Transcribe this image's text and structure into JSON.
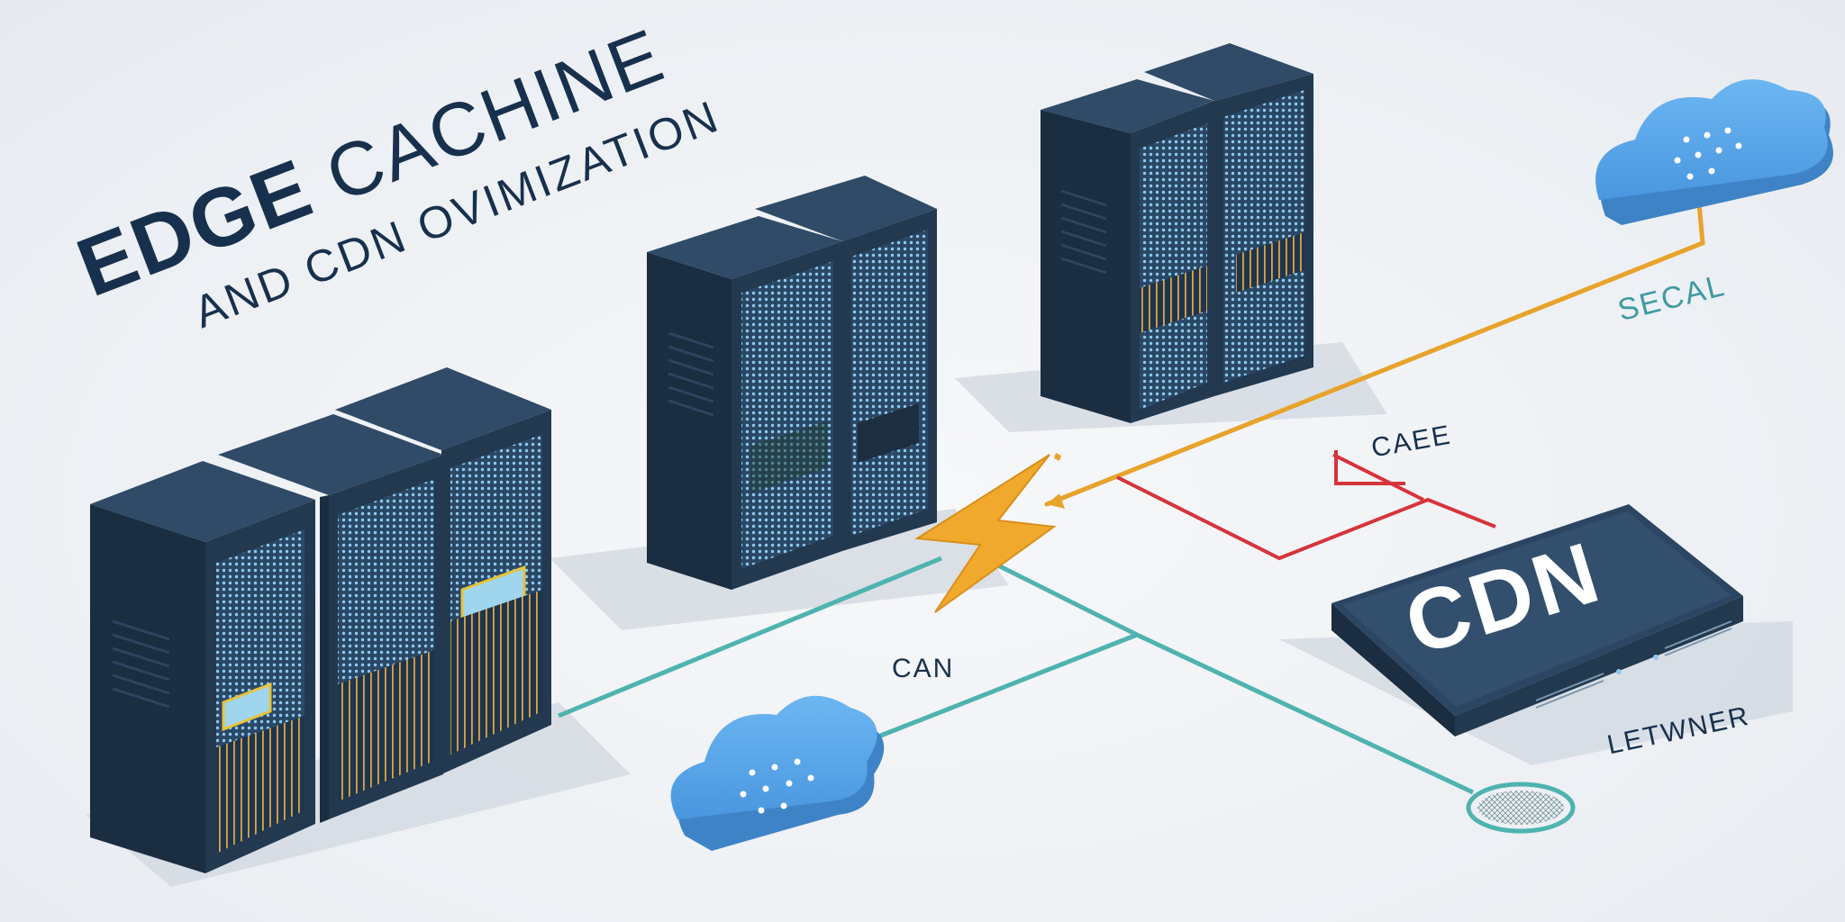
{
  "title": {
    "line1_bold": "EDGE",
    "line1_thin": "CACHINE",
    "line2": "AND CDN OVIMIZATION"
  },
  "labels": {
    "secal": "SECAL",
    "caee": "CAEE",
    "can": "CAN",
    "letwner": "LETWNER",
    "cdn": "CDN"
  },
  "colors": {
    "background": "#eef1f4",
    "rack_dark": "#1c3147",
    "rack_front": "#22394f",
    "led_blue": "#8ec9ef",
    "amber": "#e5a93b",
    "orange_link": "#e8a32a",
    "teal_link": "#4fb3b0",
    "red_link": "#d6343b",
    "cloud_blue": "#4f9fe3",
    "title_navy": "#17304d"
  },
  "icons": [
    "server-rack-icon",
    "cloud-icon",
    "lightning-icon",
    "cdn-appliance-icon",
    "globe-node-icon"
  ]
}
